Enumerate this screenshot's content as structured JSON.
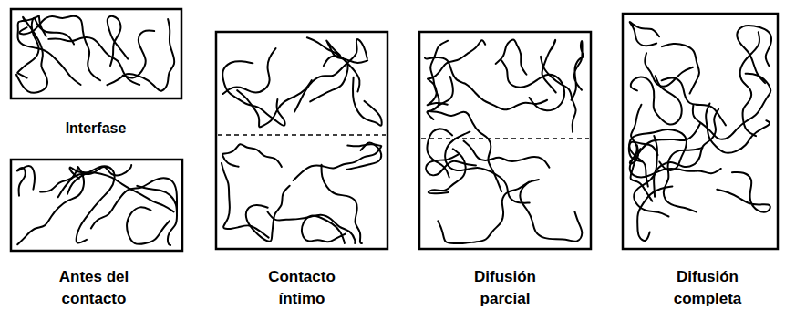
{
  "diagram": {
    "labels": [
      "Interfase",
      "Antes del contacto",
      "Contacto íntimo",
      "Difusión parcial",
      "Difusión completa"
    ]
  }
}
